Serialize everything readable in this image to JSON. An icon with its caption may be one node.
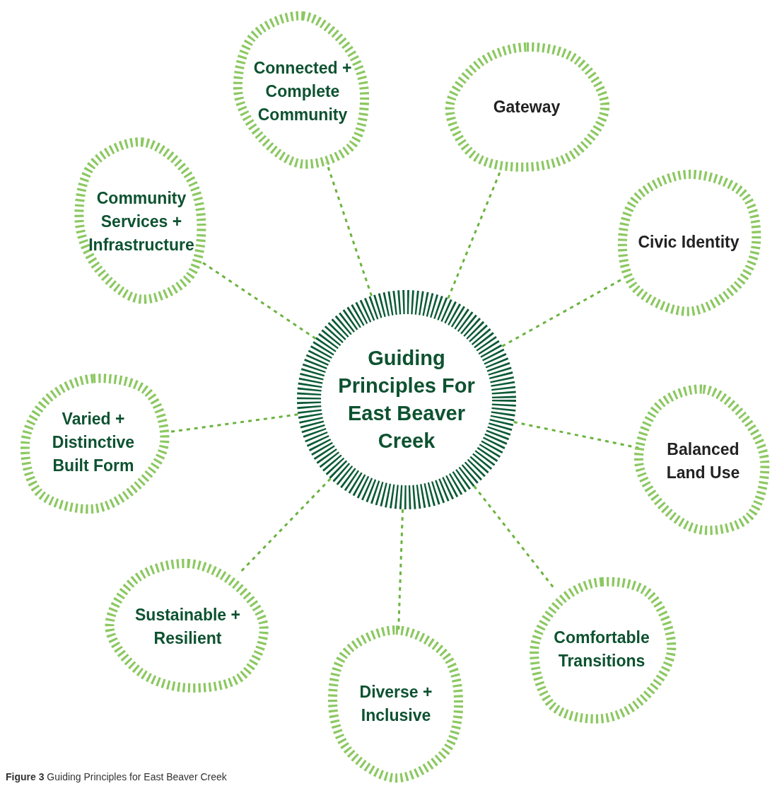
{
  "diagram": {
    "caption": "**Figure 3** Guiding Principles for East Beaver Creek",
    "nodes": [
      {
        "text": [
          "Guiding Principles For East Beaver Creek"
        ]
      },
      {
        "text": [
          "Connected + Complete Community"
        ]
      },
      {
        "text": [
          "Gateway"
        ]
      },
      {
        "text": [
          "Civic Identity"
        ]
      },
      {
        "text": [
          "Balanced Land Use"
        ]
      },
      {
        "text": [
          "Comfortable Transitions"
        ]
      },
      {
        "text": [
          "Diverse + Inclusive"
        ]
      },
      {
        "text": [
          "Sustainable + Resilient"
        ]
      },
      {
        "text": [
          "Varied + Distinctive Built Form"
        ]
      },
      {
        "text": [
          "Community Services + Infrastructure"
        ]
      }
    ],
    "edges": [
      {
        "from": 0,
        "to": 1,
        "arrow": "none",
        "style": "dashed"
      },
      {
        "from": 0,
        "to": 2,
        "arrow": "none",
        "style": "dashed"
      },
      {
        "from": 0,
        "to": 3,
        "arrow": "none",
        "style": "dashed"
      },
      {
        "from": 0,
        "to": 4,
        "arrow": "none",
        "style": "dashed"
      },
      {
        "from": 0,
        "to": 5,
        "arrow": "none",
        "style": "dashed"
      },
      {
        "from": 0,
        "to": 6,
        "arrow": "none",
        "style": "dashed"
      },
      {
        "from": 0,
        "to": 7,
        "arrow": "none",
        "style": "dashed"
      },
      {
        "from": 0,
        "to": 8,
        "arrow": "none",
        "style": "dashed"
      },
      {
        "from": 0,
        "to": 9,
        "arrow": "none",
        "style": "dashed"
      }
    ]
  }
}
